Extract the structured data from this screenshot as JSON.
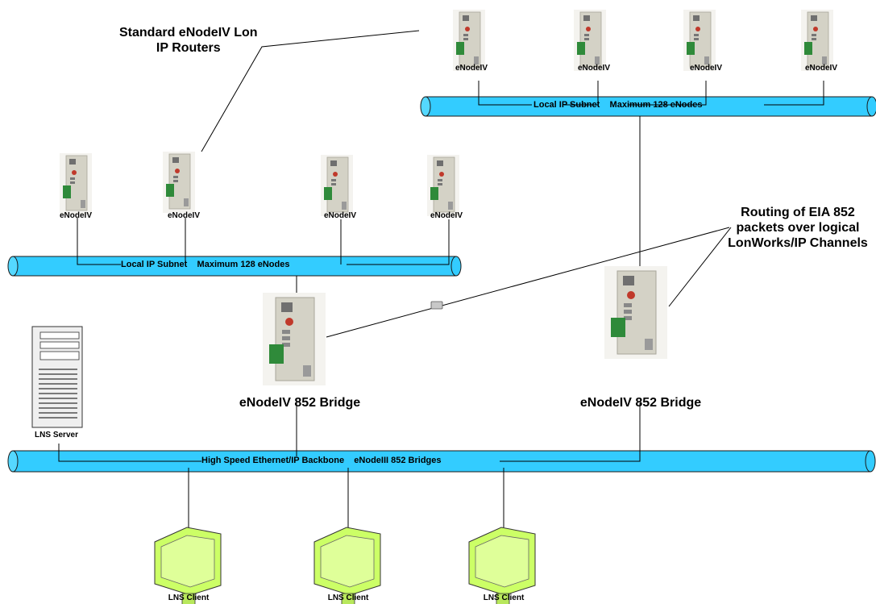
{
  "callouts": {
    "routers": [
      "Standard eNodeIV Lon",
      "IP Routers"
    ],
    "routing": [
      "Routing of EIA 852",
      "packets over logical",
      "LonWorks/IP Channels"
    ]
  },
  "device_label": "eNodeIV",
  "subnets": {
    "top": {
      "name": "Local IP Subnet",
      "capacity": "Maximum 128 eNodes"
    },
    "middle": {
      "name": "Local IP Subnet",
      "capacity": "Maximum 128 eNodes"
    }
  },
  "backbone": {
    "name": "High Speed Ethernet/IP Backbone",
    "bridges": "eNodeIII 852 Bridges"
  },
  "bridges": [
    "eNodeIV 852 Bridge",
    "eNodeIV 852 Bridge"
  ],
  "server_label": "LNS Server",
  "client_label": "LNS Client",
  "colors": {
    "pipe": "#33CCFF",
    "pipe_edge": "#1a1a1a",
    "monitor": "#ccff66",
    "device_body": "#d8d6cc"
  }
}
